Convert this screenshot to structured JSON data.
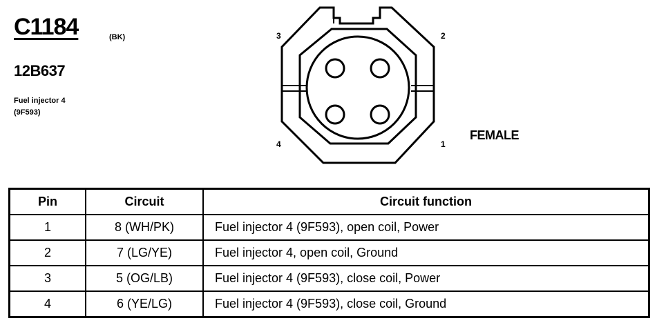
{
  "header": {
    "connector_id": "C1184",
    "color_code": "(BK)",
    "part_number": "12B637",
    "description_line1": "Fuel injector 4",
    "description_line2": "(9F593)"
  },
  "connector": {
    "pin_labels": [
      "1",
      "2",
      "3",
      "4"
    ],
    "gender": "FEMALE"
  },
  "table": {
    "headers": [
      "Pin",
      "Circuit",
      "Circuit function"
    ],
    "rows": [
      {
        "pin": "1",
        "circuit": "8 (WH/PK)",
        "function": "Fuel injector 4 (9F593), open coil, Power"
      },
      {
        "pin": "2",
        "circuit": "7 (LG/YE)",
        "function": "Fuel injector 4, open coil, Ground"
      },
      {
        "pin": "3",
        "circuit": "5 (OG/LB)",
        "function": "Fuel injector 4 (9F593), close coil, Power"
      },
      {
        "pin": "4",
        "circuit": "6 (YE/LG)",
        "function": "Fuel injector 4 (9F593), close coil, Ground"
      }
    ]
  }
}
